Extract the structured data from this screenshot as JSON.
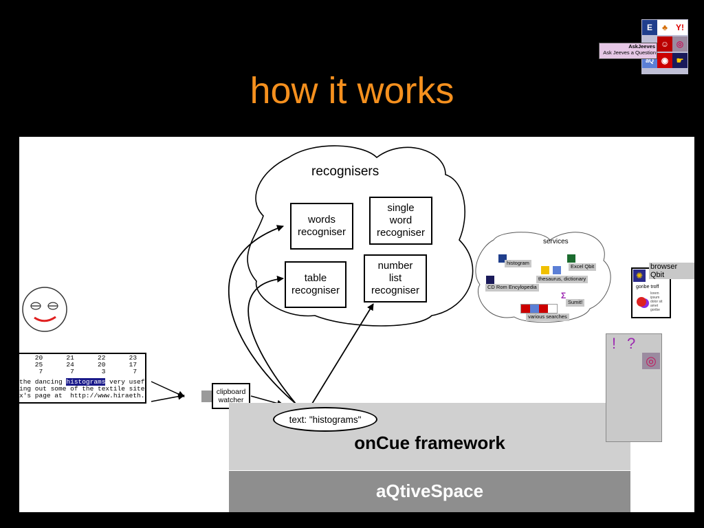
{
  "slide": {
    "title": "how it works"
  },
  "logos": {
    "askjeeves_name": "AskJeeves",
    "askjeeves_tagline": "Ask Jeeves a Question",
    "tile_letters": {
      "e": "E",
      "yahoo": "Y!"
    }
  },
  "recognisers": {
    "heading": "recognisers",
    "words": "words\nrecogniser",
    "single_word": "single\nword\nrecogniser",
    "table": "table\nrecogniser",
    "number_list": "number\nlist\nrecogniser"
  },
  "services": {
    "heading": "services",
    "items": {
      "histogram": "histogram",
      "thesaurus": "thesaurus,\ndictionary",
      "excel": "Excel Qbit",
      "cdrom": "CD Rom\nEncylopedia",
      "sumit": "Sumit!",
      "searches": "various\nsearches"
    }
  },
  "browser_qbit": {
    "label": "browser Qbit",
    "page_title": "goribe troff",
    "page_text": "lorem\nipsum\ndolor sit\namet\ngoribe"
  },
  "tool_panel": {
    "exclaim": "!",
    "question": "?"
  },
  "clipboard_text": {
    "line1": "    20      21      22      23",
    "line2": "    25      24      20      17",
    "line3": "     7       7       3       7",
    "dancing_before": "the dancing ",
    "highlight": "histograms",
    "dancing_after": " very useful a",
    "line5": "ing out some of the textile sites po",
    "line6": "x's page at  http://www.hiraeth.com/"
  },
  "clipboard_watcher": "clipboard\nwatcher",
  "text_ellipse": "text: \"histograms\"",
  "framework": {
    "oncue": "onCue framework",
    "aqtivespace": "aQtiveSpace"
  },
  "colors": {
    "title": "#f5901e",
    "oncue_bg": "#d0d0d0",
    "aqtive_bg": "#8e8e8e"
  }
}
